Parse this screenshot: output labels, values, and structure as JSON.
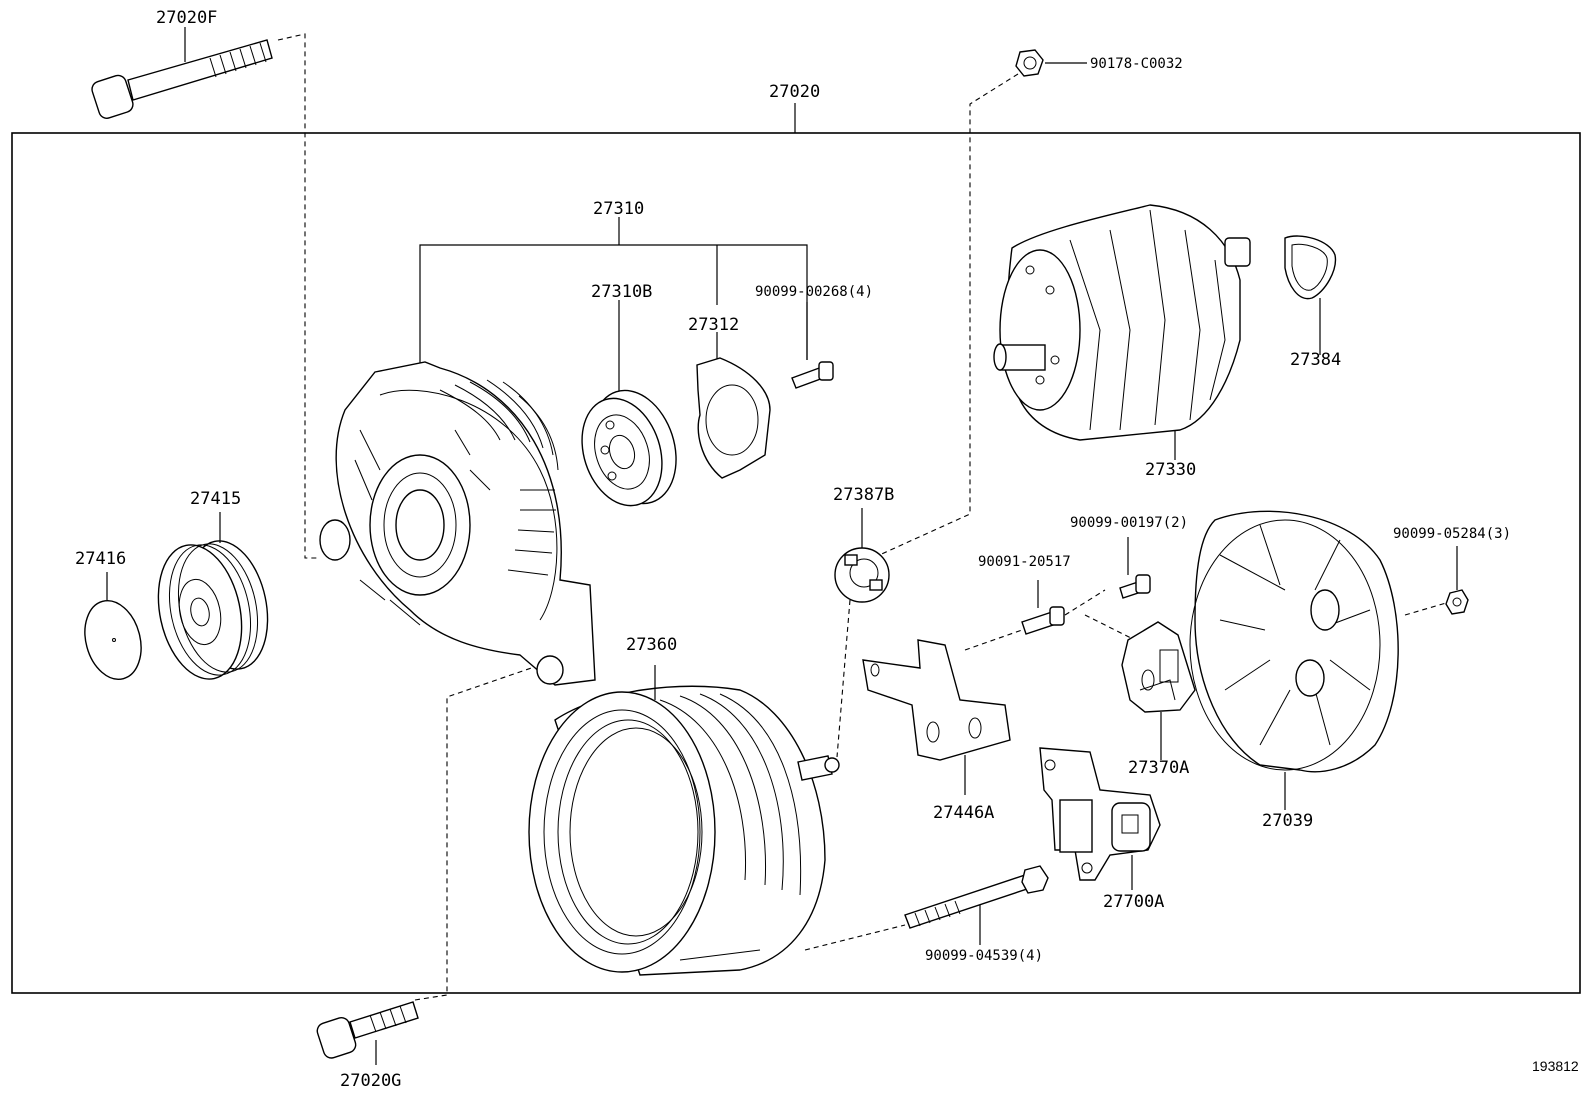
{
  "parts": {
    "bolt_top": "27020F",
    "assembly": "27020",
    "nut_top": "90178-C0032",
    "frame": "27310",
    "bearing": "27310B",
    "retainer": "27312",
    "retainer_screw": "90099-00268(4)",
    "rotor": "27330",
    "ring": "27384",
    "pulley": "27415",
    "pulley_cap": "27416",
    "insulator": "27387B",
    "brush_screw": "90099-00197(2)",
    "stud_bolt": "90091-20517",
    "rear_nut": "90099-05284(3)",
    "stator": "27360",
    "plate": "27446A",
    "brush_holder": "27370A",
    "rear_cover": "27039",
    "regulator": "27700A",
    "through_bolt": "90099-04539(4)",
    "bolt_bottom": "27020G"
  },
  "figure_id": "193812"
}
